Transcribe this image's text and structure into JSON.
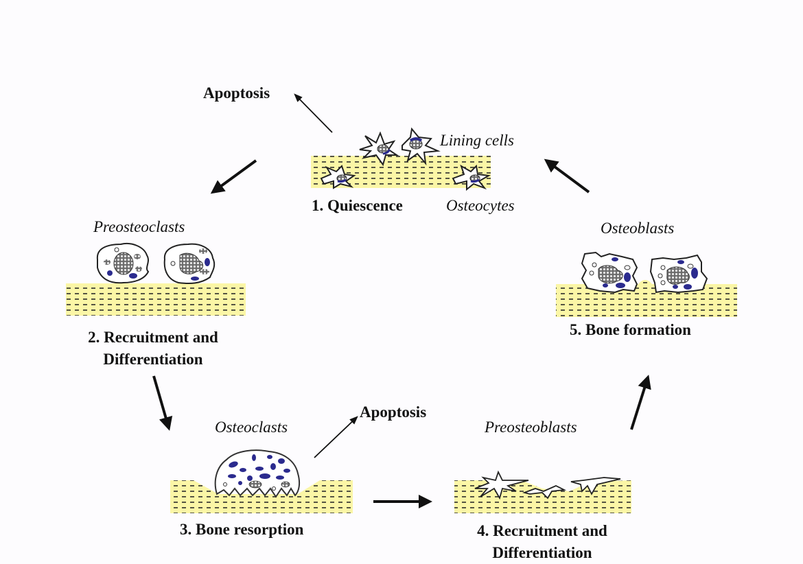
{
  "diagram": {
    "title": "Bone remodeling cycle",
    "colors": {
      "bone_fill": "#fbf6a6",
      "bone_dash": "#2a2a2a",
      "nucleus_blue": "#2b2b8e",
      "arrow": "#111111",
      "background": "#fdfcfe"
    },
    "stages": [
      {
        "id": 1,
        "title": "1. Quiescence",
        "cells": [
          "Lining cells",
          "Osteocytes"
        ]
      },
      {
        "id": 2,
        "title_line1": "2. Recruitment and",
        "title_line2": "Differentiation",
        "cells": [
          "Preosteoclasts"
        ]
      },
      {
        "id": 3,
        "title": "3. Bone resorption",
        "cells": [
          "Osteoclasts"
        ]
      },
      {
        "id": 4,
        "title_line1": "4. Recruitment and",
        "title_line2": "Differentiation",
        "cells": [
          "Preosteoblasts"
        ]
      },
      {
        "id": 5,
        "title": "5. Bone formation",
        "cells": [
          "Osteoblasts"
        ]
      }
    ],
    "apoptosis_labels": [
      "Apoptosis",
      "Apoptosis"
    ],
    "flow": [
      {
        "from": 1,
        "to": 2
      },
      {
        "from": 2,
        "to": 3
      },
      {
        "from": 3,
        "to": 4
      },
      {
        "from": 4,
        "to": 5
      },
      {
        "from": 5,
        "to": 1
      },
      {
        "from": 1,
        "to": "apoptosis"
      },
      {
        "from": 3,
        "to": "apoptosis"
      }
    ]
  }
}
